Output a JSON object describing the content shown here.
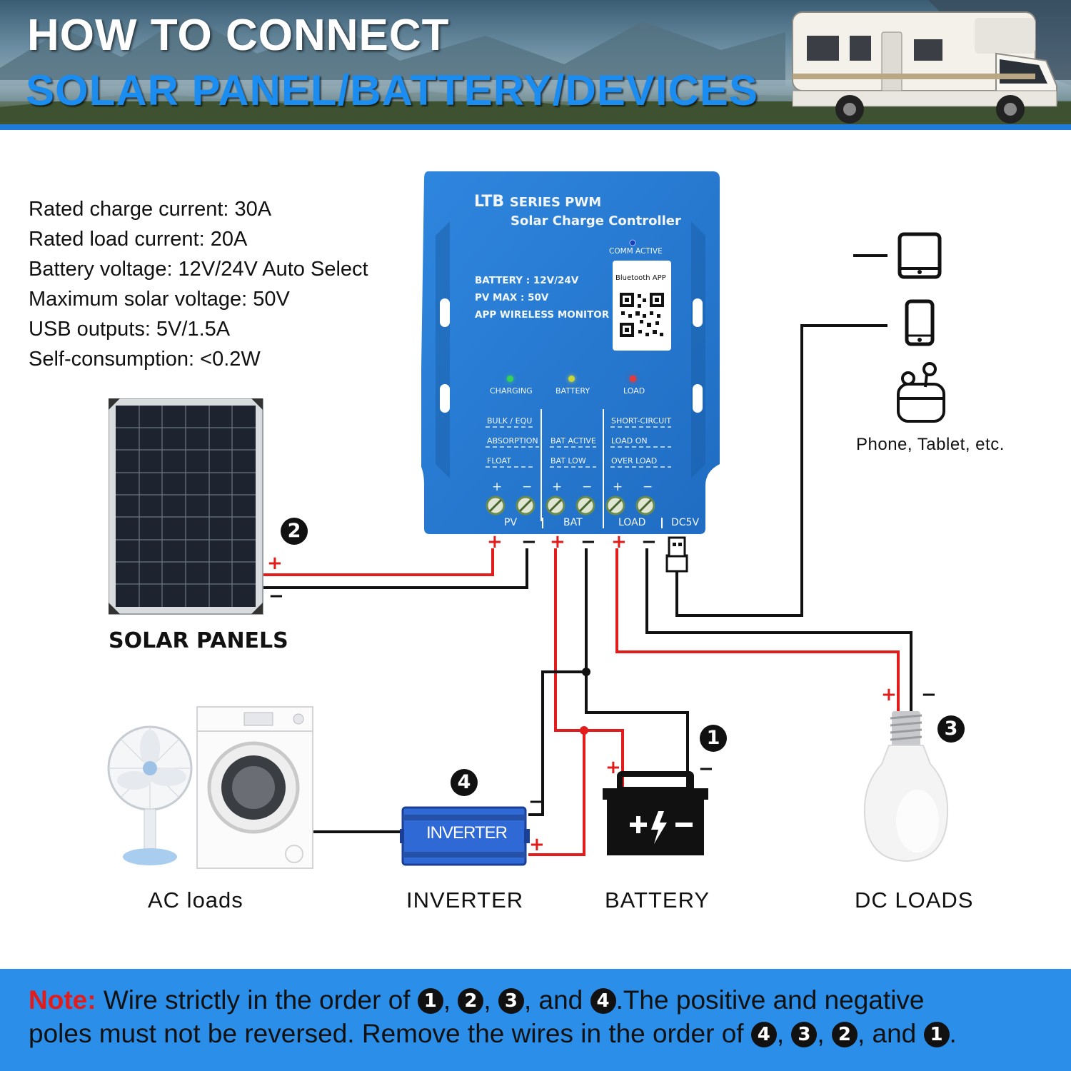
{
  "banner": {
    "line1": "HOW TO CONNECT",
    "line2": "SOLAR PANEL/BATTERY/DEVICES"
  },
  "specs": [
    "Rated charge current: 30A",
    "Rated load current: 20A",
    "Battery voltage: 12V/24V Auto Select",
    "Maximum solar voltage: 50V",
    "USB outputs: 5V/1.5A",
    "Self-consumption: <0.2W"
  ],
  "controller": {
    "title_brand": "LTB",
    "title_rest": "SERIES PWM",
    "subtitle": "Solar Charge Controller",
    "comm_label": "COMM ACTIVE",
    "bluetooth_label": "Bluetooth  APP",
    "info": [
      "BATTERY : 12V/24V",
      "PV MAX : 50V",
      "APP WIRELESS MONITOR"
    ],
    "leds": [
      "CHARGING",
      "BATTERY",
      "LOAD"
    ],
    "status_col1": [
      "BULK / EQU",
      "ABSORPTION",
      "FLOAT"
    ],
    "status_col2": [
      "BAT ACTIVE",
      "BAT LOW"
    ],
    "status_col3": [
      "SHORT-CIRCUIT",
      "LOAD ON",
      "OVER LOAD"
    ],
    "terminals": [
      "PV",
      "BAT",
      "LOAD",
      "DC5V"
    ],
    "polarity": [
      "+",
      "−",
      "+",
      "−",
      "+",
      "−"
    ],
    "led_colors": [
      "#35d05a",
      "#c9d63a",
      "#e33b3b"
    ]
  },
  "captions": {
    "solar": "SOLAR PANELS",
    "ac_loads": "AC loads",
    "inverter": "INVERTER",
    "battery": "BATTERY",
    "dc_loads": "DC LOADS",
    "devices": "Phone, Tablet, etc."
  },
  "inverter_label": "INVERTER",
  "steps": {
    "battery": "1",
    "solar": "2",
    "dc_loads": "3",
    "inverter": "4"
  },
  "wire_signs": {
    "plus": "+",
    "minus": "−"
  },
  "note": {
    "label": "Note:",
    "line1_a": " Wire strictly in the order of ",
    "line1_b": ", and ",
    "line1_c": ".The positive and negative",
    "line2_a": "poles must not be reversed.  Remove the wires in the order of ",
    "line2_b": ", and ",
    "line2_c": ".",
    "sep": ",",
    "n1": "1",
    "n2": "2",
    "n3": "3",
    "n4": "4"
  },
  "colors": {
    "accent_blue": "#2b8ee8",
    "controller_blue": "#2a7fd8",
    "wire_red": "#e21b1b",
    "wire_black": "#111111"
  }
}
